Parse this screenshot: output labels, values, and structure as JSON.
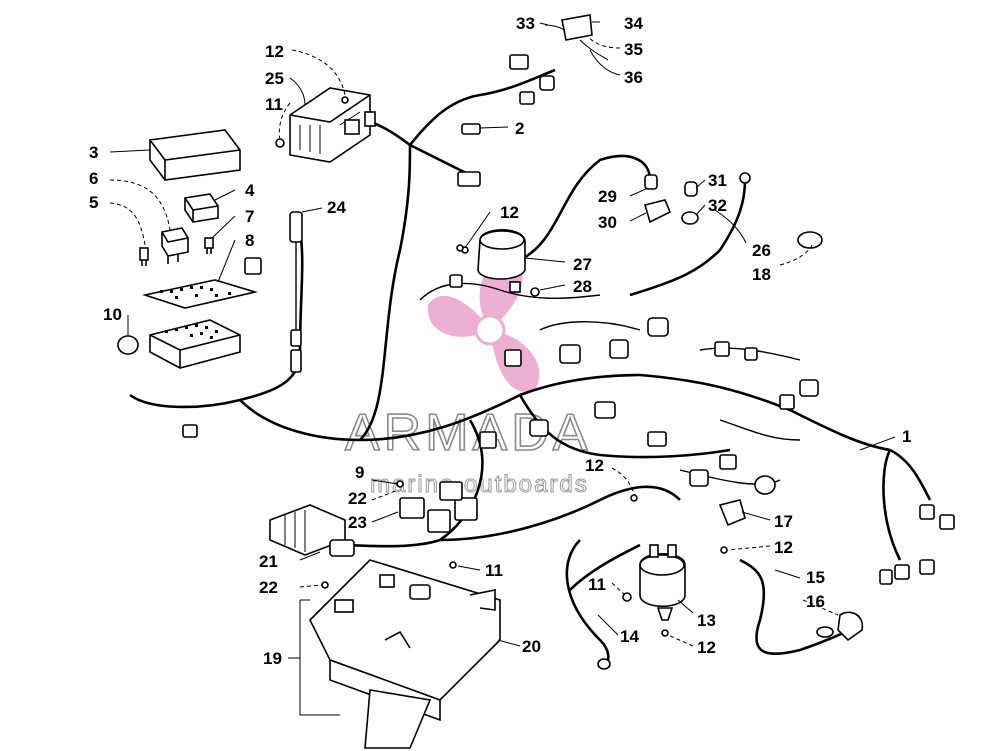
{
  "watermark": {
    "brand": "ARMADA",
    "tagline": "marine outboards",
    "brand_color": "#e070b0"
  },
  "callouts": [
    {
      "id": "c1",
      "text": "1"
    },
    {
      "id": "c2",
      "text": "2"
    },
    {
      "id": "c3",
      "text": "3"
    },
    {
      "id": "c4",
      "text": "4"
    },
    {
      "id": "c5",
      "text": "5"
    },
    {
      "id": "c6",
      "text": "6"
    },
    {
      "id": "c7",
      "text": "7"
    },
    {
      "id": "c8",
      "text": "8"
    },
    {
      "id": "c9",
      "text": "9"
    },
    {
      "id": "c10",
      "text": "10"
    },
    {
      "id": "c11a",
      "text": "11"
    },
    {
      "id": "c11b",
      "text": "11"
    },
    {
      "id": "c11c",
      "text": "11"
    },
    {
      "id": "c12a",
      "text": "12"
    },
    {
      "id": "c12b",
      "text": "12"
    },
    {
      "id": "c12c",
      "text": "12"
    },
    {
      "id": "c12d",
      "text": "12"
    },
    {
      "id": "c12e",
      "text": "12"
    },
    {
      "id": "c13",
      "text": "13"
    },
    {
      "id": "c14",
      "text": "14"
    },
    {
      "id": "c15",
      "text": "15"
    },
    {
      "id": "c16",
      "text": "16"
    },
    {
      "id": "c17",
      "text": "17"
    },
    {
      "id": "c18",
      "text": "18"
    },
    {
      "id": "c19",
      "text": "19"
    },
    {
      "id": "c20",
      "text": "20"
    },
    {
      "id": "c21",
      "text": "21"
    },
    {
      "id": "c22a",
      "text": "22"
    },
    {
      "id": "c22b",
      "text": "22"
    },
    {
      "id": "c23",
      "text": "23"
    },
    {
      "id": "c24",
      "text": "24"
    },
    {
      "id": "c25",
      "text": "25"
    },
    {
      "id": "c26",
      "text": "26"
    },
    {
      "id": "c27",
      "text": "27"
    },
    {
      "id": "c28",
      "text": "28"
    },
    {
      "id": "c29",
      "text": "29"
    },
    {
      "id": "c30",
      "text": "30"
    },
    {
      "id": "c31",
      "text": "31"
    },
    {
      "id": "c32",
      "text": "32"
    },
    {
      "id": "c33",
      "text": "33"
    },
    {
      "id": "c34",
      "text": "34"
    },
    {
      "id": "c35",
      "text": "35"
    },
    {
      "id": "c36",
      "text": "36"
    }
  ]
}
